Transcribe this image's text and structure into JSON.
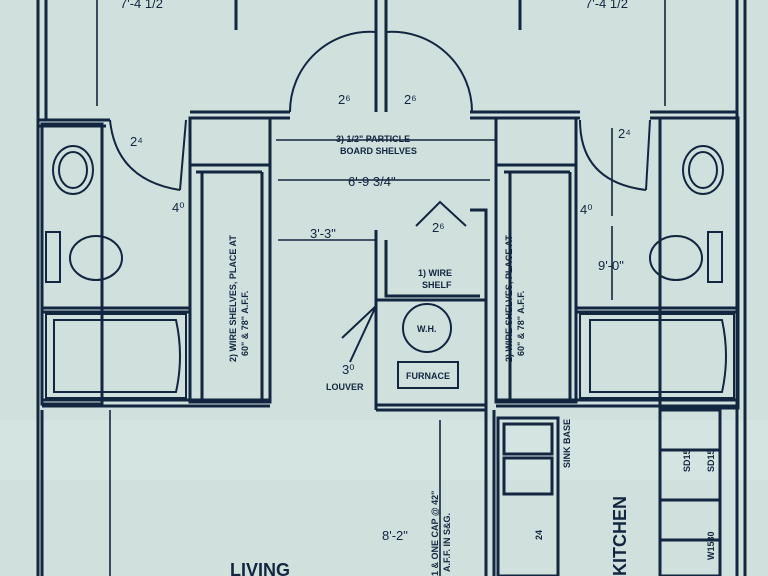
{
  "colors": {
    "paper": "#cfe0dd",
    "ink": "#13263f"
  },
  "plan": {
    "top_dim_left": "7'-4 1/2",
    "top_dim_right": "7'-4 1/2",
    "door_left_a": "2⁴",
    "door_right_a": "2⁴",
    "door_center_l": "2⁶",
    "door_center_r": "2⁶",
    "door_left_b": "4⁰",
    "door_right_b": "4⁰",
    "door_small": "2⁶",
    "door_louver_num": "3⁰",
    "louver": "LOUVER",
    "shelves_note_line1": "3) 1/2\" PARTICLE",
    "shelves_note_line2": "BOARD SHELVES",
    "dim_hall_width": "6'-9 3/4\"",
    "dim_closet": "3'-3\"",
    "dim_bath_right": "9'-0\"",
    "dim_bottom": "8'-2\"",
    "wire_shelf_line1": "1) WIRE",
    "wire_shelf_line2": "SHELF",
    "wh": "W.H.",
    "furnace": "FURNACE",
    "wire_shelves_left_1": "2) WIRE SHELVES, PLACE AT",
    "wire_shelves_left_2": "60\" & 78\" A.F.F.",
    "wire_shelves_right_1": "2) WIRE SHELVES, PLACE AT",
    "wire_shelves_right_2": "60\" & 78\" A.F.F.",
    "wire_note_bottom_1": "1 & ONE CAP @ 42\"",
    "wire_note_bottom_2": "A.F.F. IN S&G.",
    "kitchen": "KITCHEN",
    "living": "LIVING",
    "cab_1": "SD15",
    "cab_2": "SD15",
    "cab_3": "W1530",
    "cab_4": "24",
    "cab_5": "SINK BASE"
  }
}
